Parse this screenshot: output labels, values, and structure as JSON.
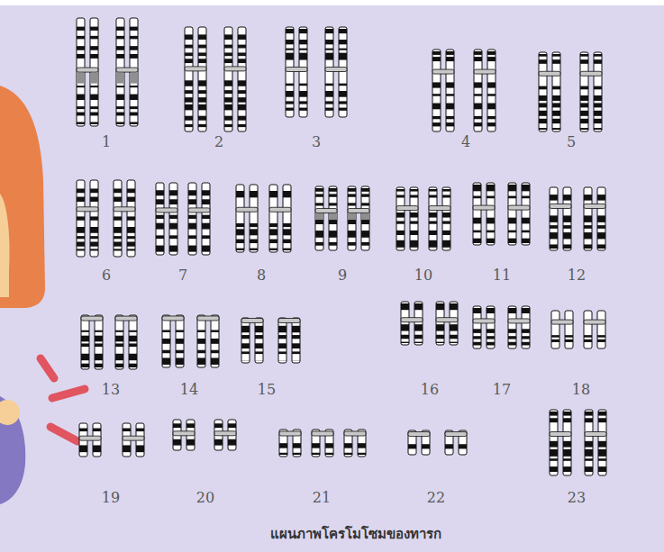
{
  "diagram": {
    "caption": "แผนภาพโครโมโซมของทารก",
    "labels": [
      "1",
      "2",
      "3",
      "4",
      "5",
      "6",
      "7",
      "8",
      "9",
      "10",
      "11",
      "12",
      "13",
      "14",
      "15",
      "16",
      "17",
      "18",
      "19",
      "20",
      "21",
      "22",
      "23"
    ]
  }
}
